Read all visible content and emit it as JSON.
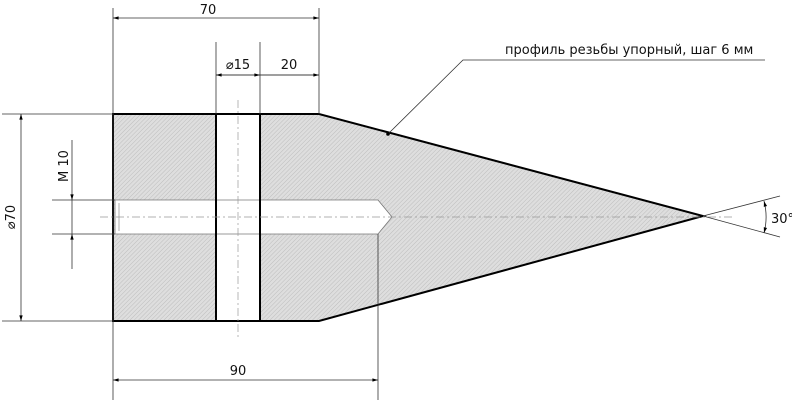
{
  "drawing": {
    "dimensions": {
      "overall_cylinder_length": "70",
      "cross_hole_diameter": "⌀15",
      "hole_offset": "20",
      "outer_diameter": "⌀70",
      "thread": "M 10",
      "thread_depth": "90",
      "cone_angle": "30°"
    },
    "note": "профиль резьбы упорный, шаг 6 мм"
  },
  "colors": {
    "hatch": "#d6d6d6",
    "line": "#000000"
  }
}
